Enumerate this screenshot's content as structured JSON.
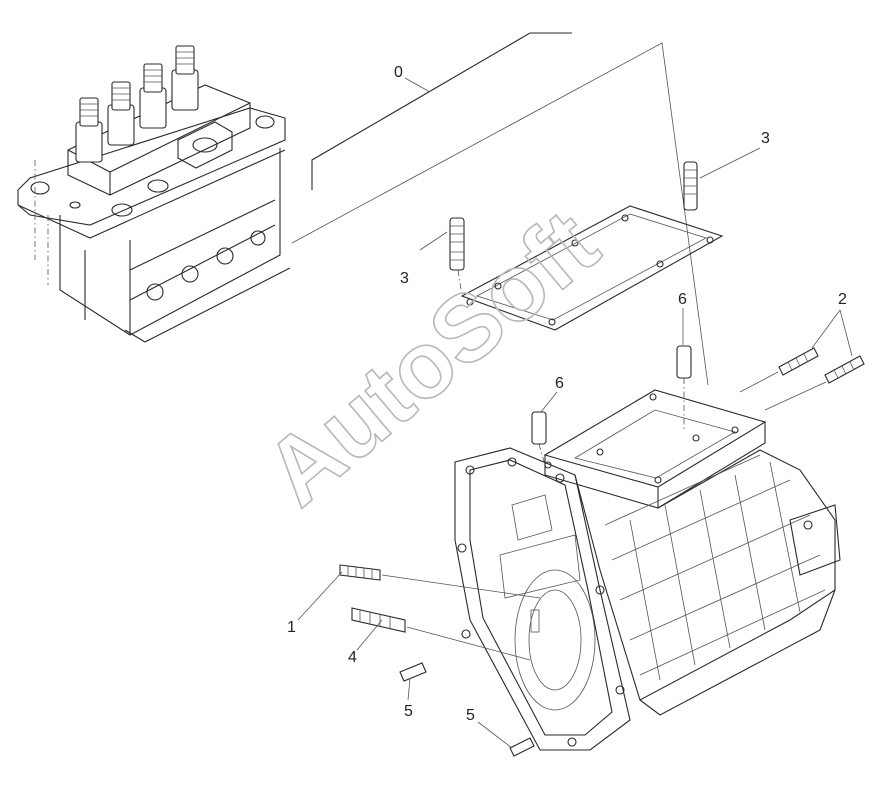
{
  "callouts": {
    "c0": "0",
    "c1": "1",
    "c2": "2",
    "c3a": "3",
    "c3b": "3",
    "c4": "4",
    "c5a": "5",
    "c5b": "5",
    "c6a": "6",
    "c6b": "6"
  },
  "watermark": "AutoSoft"
}
